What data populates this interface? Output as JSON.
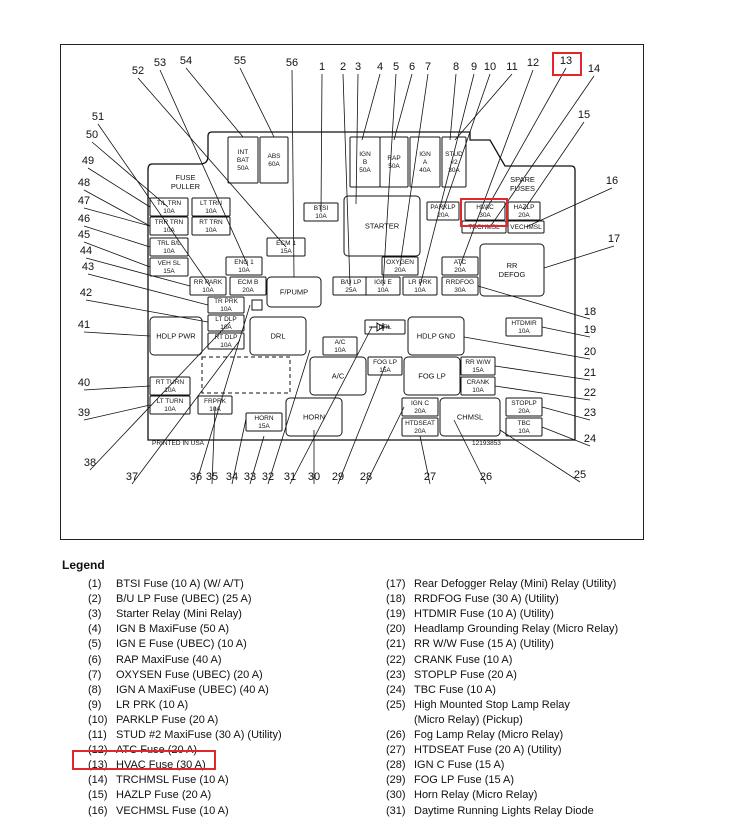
{
  "diagram": {
    "printed_text": "PRINTED IN USA",
    "part_number": "12193853",
    "callouts": [
      "1",
      "2",
      "3",
      "4",
      "5",
      "6",
      "7",
      "8",
      "9",
      "10",
      "11",
      "12",
      "13",
      "14",
      "15",
      "16",
      "17",
      "18",
      "19",
      "20",
      "21",
      "22",
      "23",
      "24",
      "25",
      "26",
      "27",
      "28",
      "29",
      "30",
      "31",
      "32",
      "33",
      "34",
      "35",
      "36",
      "37",
      "38",
      "39",
      "40",
      "41",
      "42",
      "43",
      "44",
      "45",
      "46",
      "47",
      "48",
      "49",
      "50",
      "51",
      "52",
      "53",
      "54",
      "55",
      "56"
    ],
    "boxes": [
      {
        "id": "int-bat",
        "lines": [
          "INT",
          "BAT",
          "50A"
        ]
      },
      {
        "id": "abs",
        "lines": [
          "ABS",
          "60A"
        ]
      },
      {
        "id": "ign-b",
        "lines": [
          "IGN",
          "B",
          "50A"
        ]
      },
      {
        "id": "rap",
        "lines": [
          "RAP",
          "50A"
        ]
      },
      {
        "id": "ign-a",
        "lines": [
          "IGN",
          "A",
          "40A"
        ]
      },
      {
        "id": "stud2",
        "lines": [
          "STUD",
          "#2",
          "30A"
        ]
      },
      {
        "id": "fuse-puller",
        "lines": [
          "FUSE",
          "PULLER"
        ]
      },
      {
        "id": "spare-fuses",
        "lines": [
          "SPARE",
          "FUSES"
        ]
      },
      {
        "id": "rt-trn-l",
        "lines": [
          "T/L TRN",
          "10A"
        ]
      },
      {
        "id": "lt-trn-l",
        "lines": [
          "LT TRN",
          "10A"
        ]
      },
      {
        "id": "tr-trn",
        "lines": [
          "TRR TRN",
          "10A"
        ]
      },
      {
        "id": "rt-trn",
        "lines": [
          "RT TRN",
          "10A"
        ]
      },
      {
        "id": "trl-bl",
        "lines": [
          "TRL B/L",
          "10A"
        ]
      },
      {
        "id": "veh-sl",
        "lines": [
          "VEH SL",
          "15A"
        ]
      },
      {
        "id": "btsi",
        "lines": [
          "BTSI",
          "10A"
        ]
      },
      {
        "id": "starter",
        "lines": [
          "STARTER"
        ]
      },
      {
        "id": "parklp",
        "lines": [
          "PARKLP",
          "20A"
        ]
      },
      {
        "id": "hvac",
        "lines": [
          "HVAC",
          "30A"
        ]
      },
      {
        "id": "hazlp",
        "lines": [
          "HAZLP",
          "20A"
        ]
      },
      {
        "id": "trchmsl",
        "lines": [
          "TRCHMSL"
        ]
      },
      {
        "id": "vechmsl",
        "lines": [
          "VECHMSL"
        ]
      },
      {
        "id": "ecm1",
        "lines": [
          "ECM 1",
          "15A"
        ]
      },
      {
        "id": "eng1",
        "lines": [
          "ENG 1",
          "10A"
        ]
      },
      {
        "id": "rr-park",
        "lines": [
          "RR PARK",
          "10A"
        ]
      },
      {
        "id": "ecm-b",
        "lines": [
          "ECM B",
          "20A"
        ]
      },
      {
        "id": "fpump",
        "lines": [
          "F/PUMP"
        ]
      },
      {
        "id": "bulp",
        "lines": [
          "B/U LP",
          "25A"
        ]
      },
      {
        "id": "oxygen",
        "lines": [
          "OXYGEN",
          "20A"
        ]
      },
      {
        "id": "ign-e",
        "lines": [
          "IGN E",
          "10A"
        ]
      },
      {
        "id": "lr-prk",
        "lines": [
          "LR PRK",
          "10A"
        ]
      },
      {
        "id": "atc",
        "lines": [
          "ATC",
          "20A"
        ]
      },
      {
        "id": "rrdfog",
        "lines": [
          "RRDFOG",
          "30A"
        ]
      },
      {
        "id": "rr-defog",
        "lines": [
          "RR",
          "DEFOG"
        ]
      },
      {
        "id": "tr-prk",
        "lines": [
          "TR PRK",
          "10A"
        ]
      },
      {
        "id": "lt-dlp",
        "lines": [
          "LT DLP",
          "10A"
        ]
      },
      {
        "id": "rt-dlp",
        "lines": [
          "RT DLP",
          "10A"
        ]
      },
      {
        "id": "hdlp-pwr",
        "lines": [
          "HDLP PWR"
        ]
      },
      {
        "id": "drl-relay",
        "lines": [
          "DRL"
        ]
      },
      {
        "id": "drl-diode",
        "lines": [
          "DRL"
        ]
      },
      {
        "id": "hdlp-gnd",
        "lines": [
          "HDLP GND"
        ]
      },
      {
        "id": "htdmir",
        "lines": [
          "HTDMIR",
          "10A"
        ]
      },
      {
        "id": "ac-fuse",
        "lines": [
          "A/C",
          "10A"
        ]
      },
      {
        "id": "ac-relay",
        "lines": [
          "A/C"
        ]
      },
      {
        "id": "foglp-fuse",
        "lines": [
          "FOG LP",
          "15A"
        ]
      },
      {
        "id": "fog-lp",
        "lines": [
          "FOG LP"
        ]
      },
      {
        "id": "rr-ww",
        "lines": [
          "RR W/W",
          "15A"
        ]
      },
      {
        "id": "crank",
        "lines": [
          "CRANK",
          "10A"
        ]
      },
      {
        "id": "rt-turn",
        "lines": [
          "RT TURN",
          "10A"
        ]
      },
      {
        "id": "lt-turn",
        "lines": [
          "LT TURN",
          "10A"
        ]
      },
      {
        "id": "frprk",
        "lines": [
          "FRPRK",
          "10A"
        ]
      },
      {
        "id": "horn-fuse",
        "lines": [
          "HORN",
          "15A"
        ]
      },
      {
        "id": "horn-relay",
        "lines": [
          "HORN"
        ]
      },
      {
        "id": "ign-c",
        "lines": [
          "IGN C",
          "20A"
        ]
      },
      {
        "id": "htdseat",
        "lines": [
          "HTDSEAT",
          "20A"
        ]
      },
      {
        "id": "chmsl",
        "lines": [
          "CHMSL"
        ]
      },
      {
        "id": "stoplp",
        "lines": [
          "STOPLP",
          "20A"
        ]
      },
      {
        "id": "tbc",
        "lines": [
          "TBC",
          "10A"
        ]
      }
    ]
  },
  "legend": {
    "title": "Legend",
    "left": [
      {
        "n": "(1)",
        "t": "BTSI Fuse (10 A) (W/ A/T)"
      },
      {
        "n": "(2)",
        "t": "B/U LP Fuse (UBEC) (25 A)"
      },
      {
        "n": "(3)",
        "t": "Starter Relay (Mini Relay)"
      },
      {
        "n": "(4)",
        "t": "IGN B MaxiFuse (50 A)"
      },
      {
        "n": "(5)",
        "t": "IGN E Fuse (UBEC) (10 A)"
      },
      {
        "n": "(6)",
        "t": "RAP MaxiFuse (40 A)"
      },
      {
        "n": "(7)",
        "t": "OXYSEN Fuse (UBEC) (20 A)"
      },
      {
        "n": "(8)",
        "t": "IGN A MaxiFuse (UBEC) (40 A)"
      },
      {
        "n": "(9)",
        "t": "LR PRK (10 A)"
      },
      {
        "n": "(10)",
        "t": "PARKLP Fuse (20 A)"
      },
      {
        "n": "(11)",
        "t": "STUD #2 MaxiFuse (30 A) (Utility)"
      },
      {
        "n": "(12)",
        "t": "ATC Fuse (20 A)"
      },
      {
        "n": "(13)",
        "t": "HVAC Fuse (30 A)"
      },
      {
        "n": "(14)",
        "t": "TRCHMSL Fuse (10 A)"
      },
      {
        "n": "(15)",
        "t": "HAZLP Fuse (20 A)"
      },
      {
        "n": "(16)",
        "t": "VECHMSL Fuse (10 A)"
      }
    ],
    "right": [
      {
        "n": "(17)",
        "t": "Rear Defogger Relay (Mini) Relay (Utility)"
      },
      {
        "n": "(18)",
        "t": "RRDFOG Fuse (30 A) (Utility)"
      },
      {
        "n": "(19)",
        "t": "HTDMIR Fuse (10 A) (Utility)"
      },
      {
        "n": "(20)",
        "t": "Headlamp Grounding Relay (Micro Relay)"
      },
      {
        "n": "(21)",
        "t": "RR W/W Fuse (15 A) (Utility)"
      },
      {
        "n": "(22)",
        "t": "CRANK Fuse (10 A)"
      },
      {
        "n": "(23)",
        "t": "STOPLP Fuse (20 A)"
      },
      {
        "n": "(24)",
        "t": "TBC Fuse (10 A)"
      },
      {
        "n": "(25)",
        "t": "High Mounted Stop Lamp Relay"
      },
      {
        "n": "",
        "t": "(Micro Relay) (Pickup)"
      },
      {
        "n": "(26)",
        "t": "Fog Lamp Relay (Micro Relay)"
      },
      {
        "n": "(27)",
        "t": "HTDSEAT Fuse (20 A) (Utility)"
      },
      {
        "n": "(28)",
        "t": "IGN C Fuse (15 A)"
      },
      {
        "n": "(29)",
        "t": "FOG LP Fuse (15 A)"
      },
      {
        "n": "(30)",
        "t": "Horn Relay (Micro Relay)"
      },
      {
        "n": "(31)",
        "t": "Daytime Running Lights Relay Diode"
      }
    ]
  },
  "colors": {
    "highlight": "#e3262a",
    "line": "#111111"
  }
}
